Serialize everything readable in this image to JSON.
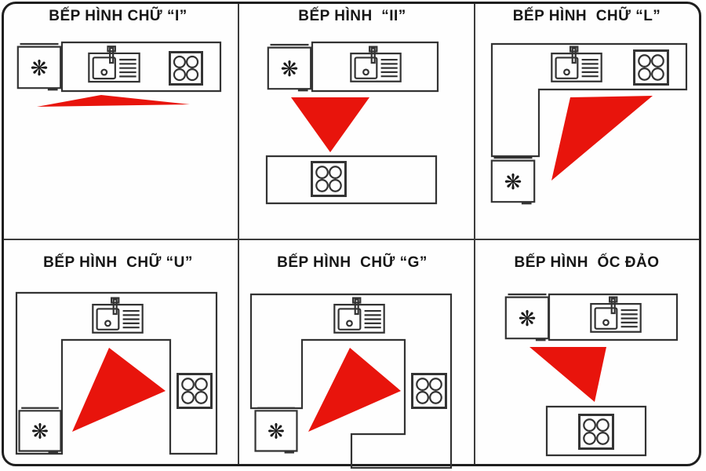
{
  "diagram_title": "Kitchen layout types (work triangle diagram)",
  "colors": {
    "accent_red": "#e8140c",
    "line": "#333333",
    "title": "#161616",
    "background": "#fefefe",
    "border": "#1f1f1f",
    "divider": "#3c3c3c"
  },
  "icons": {
    "fridge_glyph": "❋",
    "fridge": "snowflake-fridge-icon",
    "sink": "sink-with-faucet-icon",
    "cooktop": "four-burner-cooktop-icon",
    "work_triangle": "red-work-triangle"
  },
  "panels": [
    {
      "id": "i",
      "title": "BẾP HÌNH CHỮ “I”",
      "elements": [
        "refrigerator",
        "sink",
        "cooktop",
        "work-triangle"
      ]
    },
    {
      "id": "ii",
      "title": "BẾP HÌNH  “II”",
      "elements": [
        "refrigerator",
        "sink",
        "cooktop",
        "work-triangle"
      ]
    },
    {
      "id": "l",
      "title": "BẾP HÌNH  CHỮ “L”",
      "elements": [
        "refrigerator",
        "sink",
        "cooktop",
        "work-triangle"
      ]
    },
    {
      "id": "u",
      "title": "BẾP HÌNH  CHỮ “U”",
      "elements": [
        "refrigerator",
        "sink",
        "cooktop",
        "work-triangle"
      ]
    },
    {
      "id": "g",
      "title": "BẾP HÌNH  CHỮ “G”",
      "elements": [
        "refrigerator",
        "sink",
        "cooktop",
        "work-triangle"
      ]
    },
    {
      "id": "island",
      "title": "BẾP HÌNH  ỐC ĐẢO",
      "elements": [
        "refrigerator",
        "sink",
        "cooktop",
        "work-triangle"
      ]
    }
  ]
}
